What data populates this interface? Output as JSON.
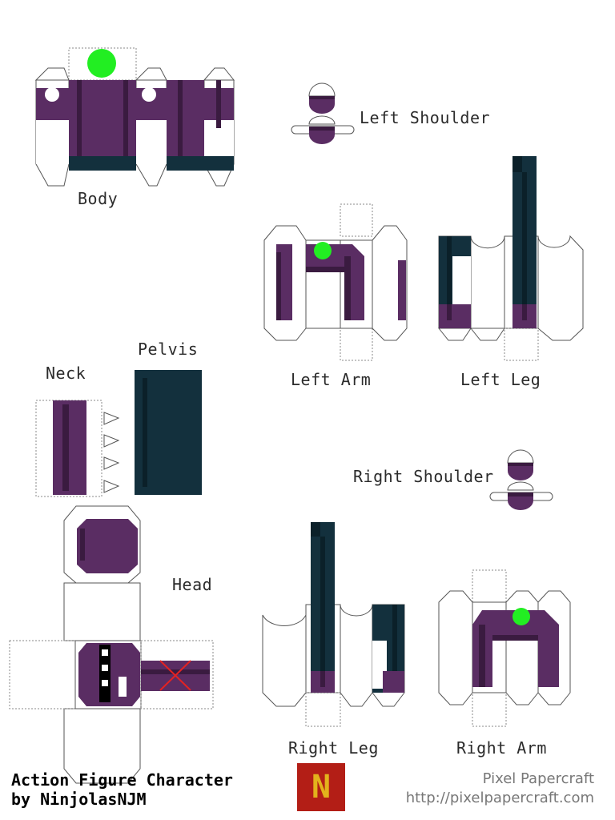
{
  "colors": {
    "purple": "#5a2d63",
    "purple_dark": "#3a1b40",
    "navy": "#13303d",
    "navy_dark": "#0b2029",
    "green_dot": "#22ee22",
    "outline": "#555555",
    "x_mark": "#e32222",
    "logo_bg": "#b31e16",
    "logo_fg": "#e3b21c"
  },
  "labels": {
    "body": "Body",
    "left_shoulder": "Left Shoulder",
    "left_arm": "Left Arm",
    "left_leg": "Left Leg",
    "neck": "Neck",
    "pelvis": "Pelvis",
    "head": "Head",
    "right_shoulder": "Right Shoulder",
    "right_leg": "Right Leg",
    "right_arm": "Right Arm"
  },
  "credit": {
    "line1": "Action Figure Character",
    "line2": "by NinjolasNJM"
  },
  "site": {
    "name": "Pixel Papercraft",
    "url": "http://pixelpapercraft.com"
  },
  "logo": {
    "glyph": "N",
    "icon": "pixel-papercraft-logo-icon"
  }
}
